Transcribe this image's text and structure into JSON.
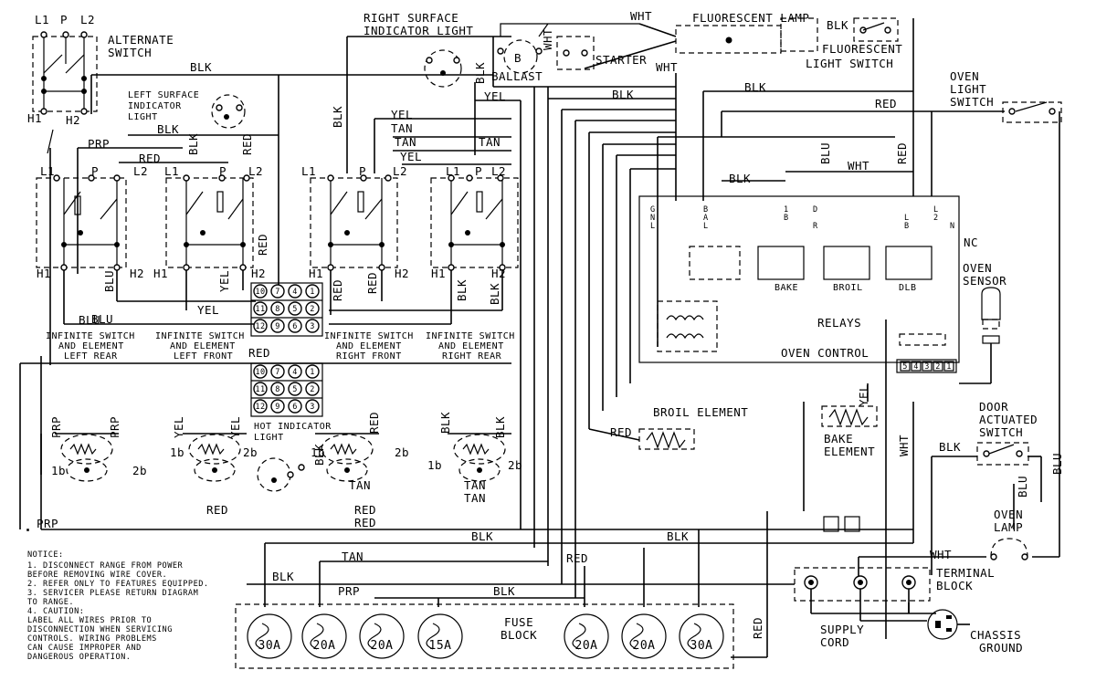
{
  "labels": {
    "alt_switch_1": "ALTERNATE",
    "alt_switch_2": "SWITCH",
    "alt_L1": "L1",
    "alt_P": "P",
    "alt_L2": "L2",
    "alt_H1": "H1",
    "alt_H2": "H2",
    "rsi_1": "RIGHT SURFACE",
    "rsi_2": "INDICATOR LIGHT",
    "lsi_1": "LEFT SURFACE",
    "lsi_2": "INDICATOR",
    "lsi_3": "LIGHT",
    "fluor_lamp": "FLUORESCENT LAMP",
    "fluor_sw_1": "FLUORESCENT",
    "fluor_sw_2": "LIGHT SWITCH",
    "ballast": "BALLAST",
    "ballast_b": "B",
    "starter": "STARTER",
    "oven_light_1": "OVEN",
    "oven_light_2": "LIGHT",
    "oven_light_3": "SWITCH",
    "sw_lr_1": "INFINITE SWITCH",
    "sw_lr_2": "AND ELEMENT",
    "sw_lr_3": "LEFT REAR",
    "sw_lf_1": "INFINITE SWITCH",
    "sw_lf_2": "AND ELEMENT",
    "sw_lf_3": "LEFT FRONT",
    "sw_rf_1": "INFINITE SWITCH",
    "sw_rf_2": "AND ELEMENT",
    "sw_rf_3": "RIGHT FRONT",
    "sw_rr_1": "INFINITE SWITCH",
    "sw_rr_2": "AND ELEMENT",
    "sw_rr_3": "RIGHT REAR",
    "hot_1": "HOT INDICATOR",
    "hot_2": "LIGHT",
    "relays": "RELAYS",
    "oven_control": "OVEN CONTROL",
    "nc": "NC",
    "oven_sensor_1": "OVEN",
    "oven_sensor_2": "SENSOR",
    "bake": "BAKE",
    "broil": "BROIL",
    "dlb": "DLB",
    "broil_element": "BROIL ELEMENT",
    "bake_element_1": "BAKE",
    "bake_element_2": "ELEMENT",
    "door_1": "DOOR",
    "door_2": "ACTUATED",
    "door_3": "SWITCH",
    "oven_lamp_1": "OVEN",
    "oven_lamp_2": "LAMP",
    "terminal_1": "TERMINAL",
    "terminal_2": "BLOCK",
    "supply_1": "SUPPLY",
    "supply_2": "CORD",
    "chassis_1": "CHASSIS",
    "chassis_2": "GROUND",
    "fuse_block_1": "FUSE",
    "fuse_block_2": "BLOCK"
  },
  "wire_colors": {
    "blk": "BLK",
    "wht": "WHT",
    "red": "RED",
    "yel": "YEL",
    "tan": "TAN",
    "blu": "BLU",
    "prp": "PRP"
  },
  "terminals": {
    "L1": "L1",
    "L2": "L2",
    "P": "P",
    "H1": "H1",
    "H2": "H2",
    "t1b": "1b",
    "t2b": "2b"
  },
  "fuses": [
    "30A",
    "20A",
    "20A",
    "15A",
    "20A",
    "20A",
    "30A"
  ],
  "board_top": [
    "10",
    "7",
    "4",
    "1",
    "11",
    "8",
    "5",
    "2",
    "12",
    "9",
    "6",
    "3"
  ],
  "board_bottom": [
    "10",
    "7",
    "4",
    "1",
    "11",
    "8",
    "5",
    "2",
    "12",
    "9",
    "6",
    "3"
  ],
  "control_pins": [
    "5",
    "4",
    "3",
    "2",
    "1"
  ],
  "relay_pins": [
    "G",
    "N",
    "L",
    "B",
    "A",
    "L",
    "1",
    "B",
    "R",
    "D",
    "L",
    "B",
    "L",
    "2",
    "N"
  ],
  "notice": {
    "title": "NOTICE:",
    "lines": [
      "1. DISCONNECT RANGE FROM POWER",
      "   BEFORE REMOVING WIRE COVER.",
      "2. REFER ONLY TO FEATURES EQUIPPED.",
      "3. SERVICER PLEASE RETURN DIAGRAM",
      "   TO RANGE.",
      "4. CAUTION:",
      "   LABEL ALL WIRES PRIOR TO",
      "   DISCONNECTION WHEN SERVICING",
      "   CONTROLS. WIRING PROBLEMS",
      "   CAN CAUSE IMPROPER AND",
      "   DANGEROUS OPERATION."
    ]
  }
}
